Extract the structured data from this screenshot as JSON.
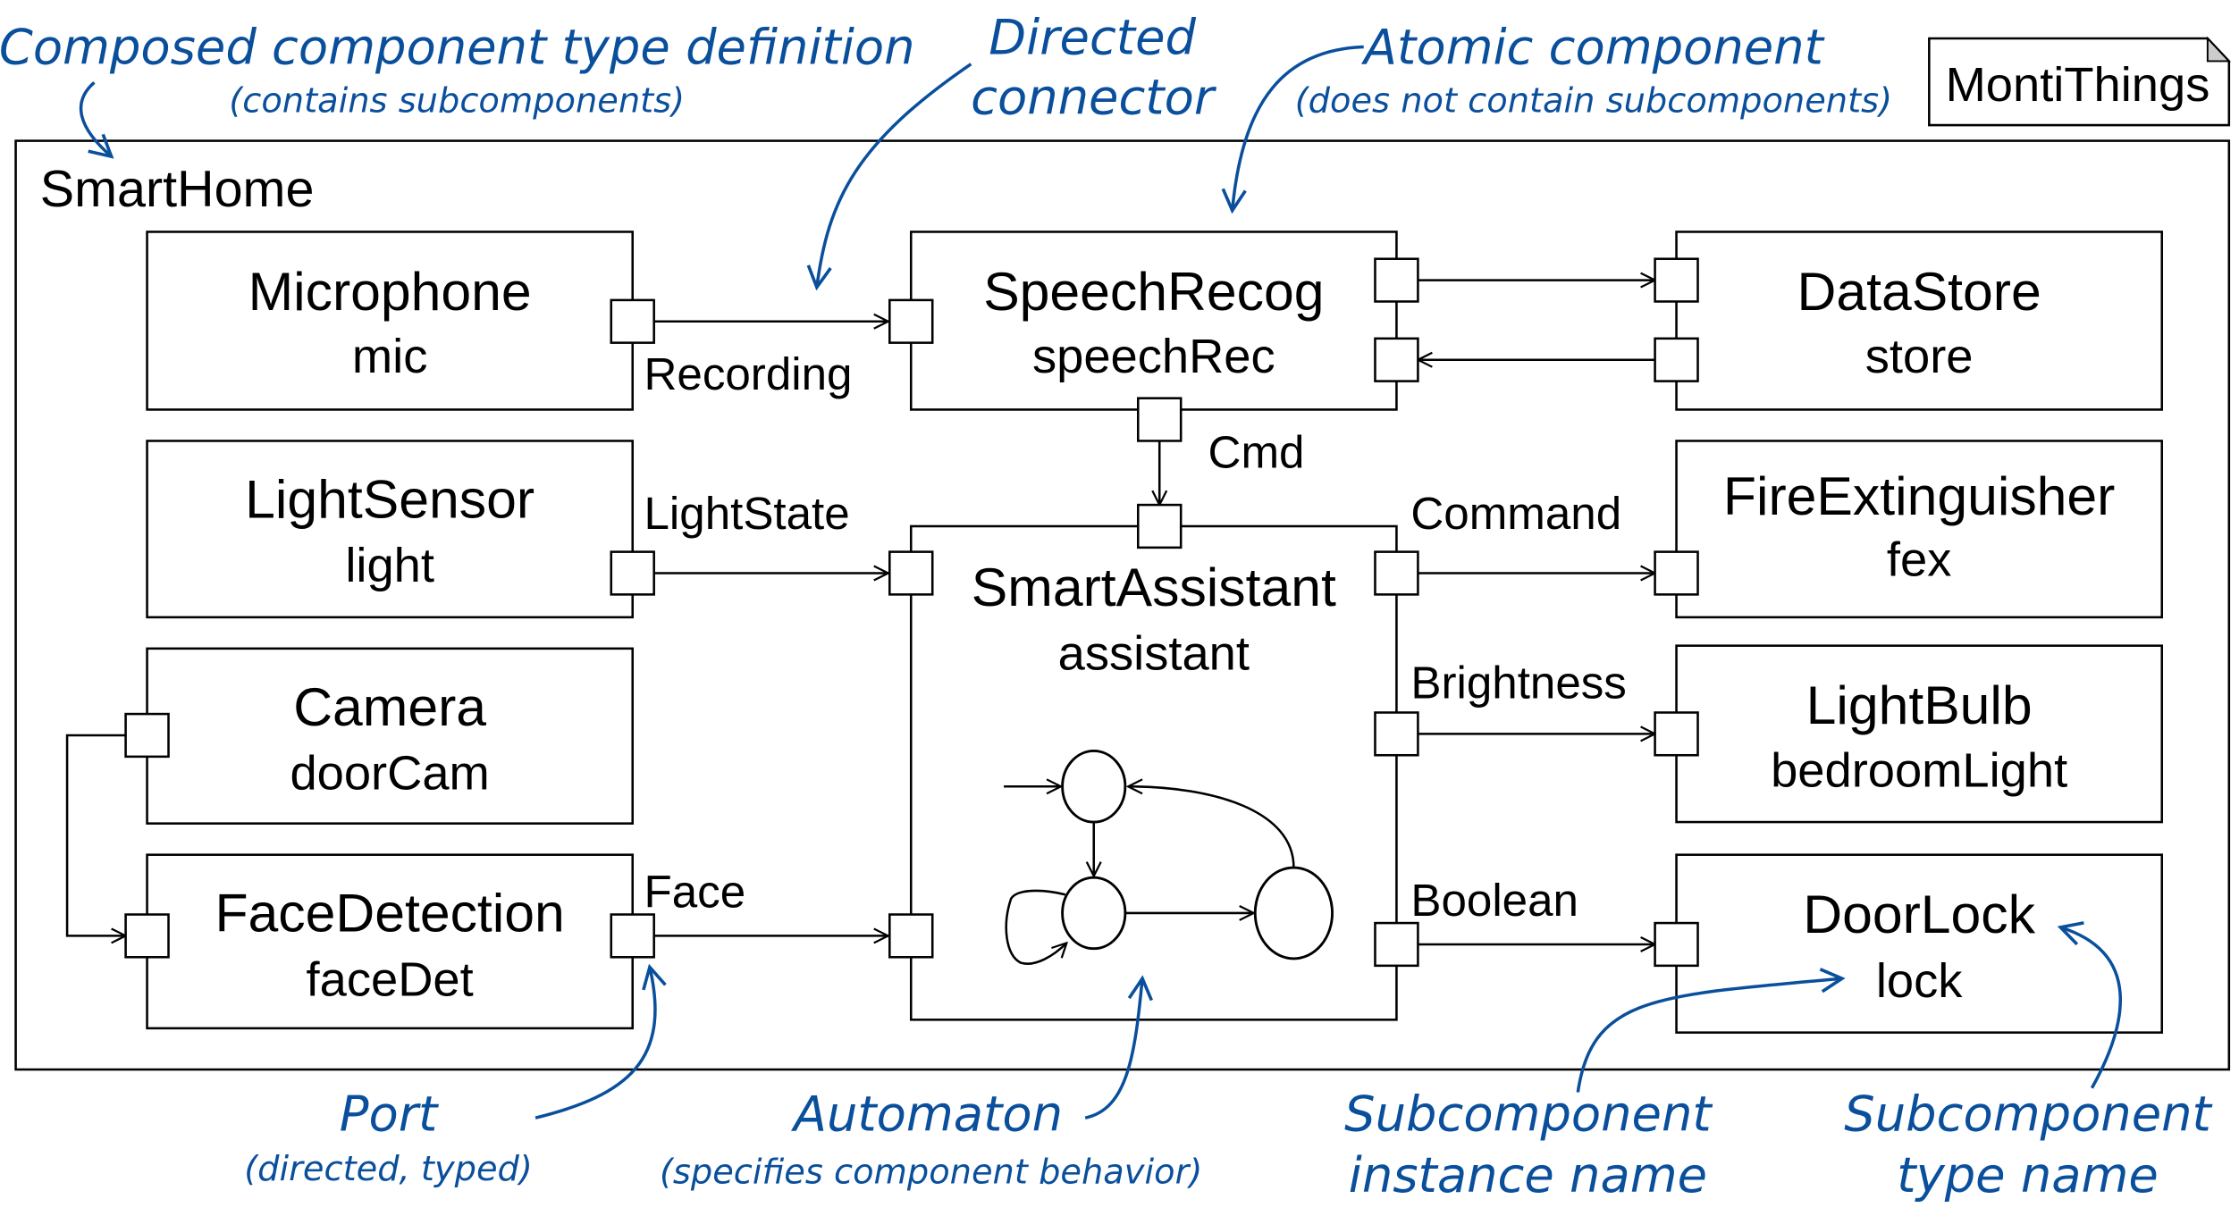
{
  "diagram": {
    "badge": "MontiThings",
    "composed": {
      "type_name": "SmartHome"
    },
    "components": [
      {
        "id": "mic",
        "type_name": "Microphone",
        "instance_name": "mic"
      },
      {
        "id": "speechRec",
        "type_name": "SpeechRecog",
        "instance_name": "speechRec"
      },
      {
        "id": "store",
        "type_name": "DataStore",
        "instance_name": "store"
      },
      {
        "id": "light",
        "type_name": "LightSensor",
        "instance_name": "light"
      },
      {
        "id": "assistant",
        "type_name": "SmartAssistant",
        "instance_name": "assistant"
      },
      {
        "id": "fex",
        "type_name": "FireExtinguisher",
        "instance_name": "fex"
      },
      {
        "id": "doorCam",
        "type_name": "Camera",
        "instance_name": "doorCam"
      },
      {
        "id": "bedroomLight",
        "type_name": "LightBulb",
        "instance_name": "bedroomLight"
      },
      {
        "id": "faceDet",
        "type_name": "FaceDetection",
        "instance_name": "faceDet"
      },
      {
        "id": "lock",
        "type_name": "DoorLock",
        "instance_name": "lock"
      }
    ],
    "connectors": [
      {
        "from": "mic",
        "to": "speechRec",
        "type": "Recording"
      },
      {
        "from": "speechRec",
        "to": "store",
        "type": ""
      },
      {
        "from": "store",
        "to": "speechRec",
        "type": ""
      },
      {
        "from": "speechRec",
        "to": "assistant",
        "type": "Cmd"
      },
      {
        "from": "light",
        "to": "assistant",
        "type": "LightState"
      },
      {
        "from": "assistant",
        "to": "fex",
        "type": "Command"
      },
      {
        "from": "assistant",
        "to": "bedroomLight",
        "type": "Brightness"
      },
      {
        "from": "doorCam",
        "to": "faceDet",
        "type": ""
      },
      {
        "from": "faceDet",
        "to": "assistant",
        "type": "Face"
      },
      {
        "from": "assistant",
        "to": "lock",
        "type": "Boolean"
      }
    ],
    "automaton": {
      "states": 3,
      "transitions": [
        "initial->s1",
        "s1->s2",
        "s2->s2",
        "s2->s3",
        "s3->s1"
      ]
    }
  },
  "annotations": {
    "composed": {
      "title": "Composed component type definition",
      "subtitle": "(contains subcomponents)"
    },
    "connector": {
      "line1": "Directed",
      "line2": "connector"
    },
    "atomic": {
      "title": "Atomic component",
      "subtitle": "(does not contain subcomponents)"
    },
    "port": {
      "title": "Port",
      "subtitle": "(directed, typed)"
    },
    "automaton": {
      "title": "Automaton",
      "subtitle": "(specifies component behavior)"
    },
    "instance": {
      "line1": "Subcomponent",
      "line2": "instance name"
    },
    "type": {
      "line1": "Subcomponent",
      "line2": "type name"
    }
  },
  "colors": {
    "annotation": "#0a4f9c",
    "stroke": "#000000"
  }
}
